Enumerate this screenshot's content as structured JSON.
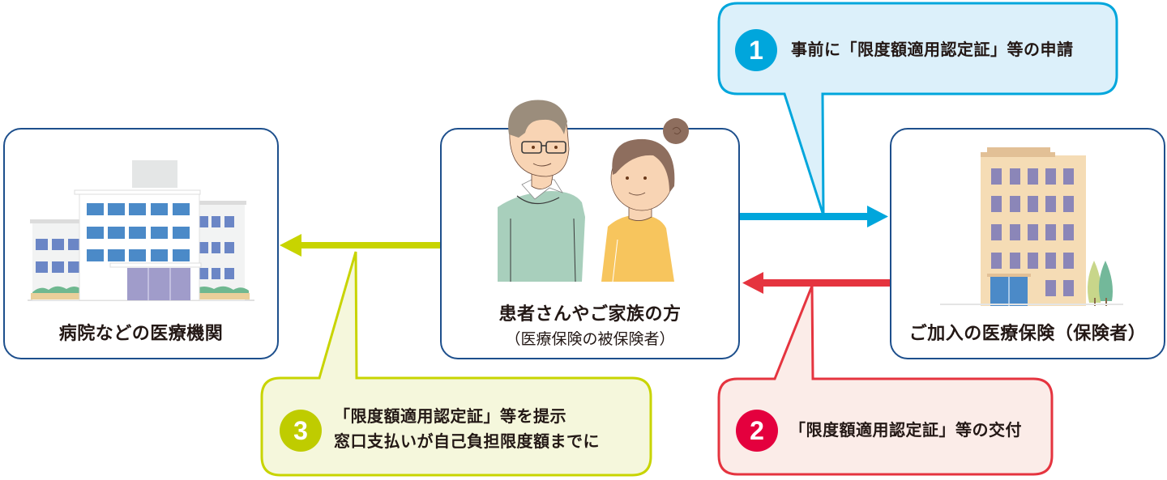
{
  "colors": {
    "node_border": "#1d4f8c",
    "step1": "#00a6dc",
    "step1_fill": "#dcf0fa",
    "step2": "#e5343f",
    "step2_badge": "#e4003e",
    "step2_fill": "#fbece8",
    "step3": "#c8d400",
    "step3_badge": "#bfcc00",
    "step3_fill": "#f5f7dc"
  },
  "nodes": {
    "hospital": {
      "label": "病院などの医療機関",
      "icon": "hospital-building-icon"
    },
    "patient": {
      "label": "患者さんやご家族の方",
      "sublabel": "（医療保険の被保険者）",
      "icon": "patient-family-illustration"
    },
    "insurer": {
      "label": "ご加入の医療保険（保険者）",
      "icon": "insurer-office-building-icon"
    }
  },
  "steps": [
    {
      "number": "1",
      "lines": [
        "事前に「限度額適用認定証」等の申請"
      ],
      "direction": "patient-to-insurer"
    },
    {
      "number": "2",
      "lines": [
        "「限度額適用認定証」等の交付"
      ],
      "direction": "insurer-to-patient"
    },
    {
      "number": "3",
      "lines": [
        "「限度額適用認定証」等を提示",
        "窓口支払いが自己負担限度額までに"
      ],
      "direction": "patient-to-hospital"
    }
  ]
}
